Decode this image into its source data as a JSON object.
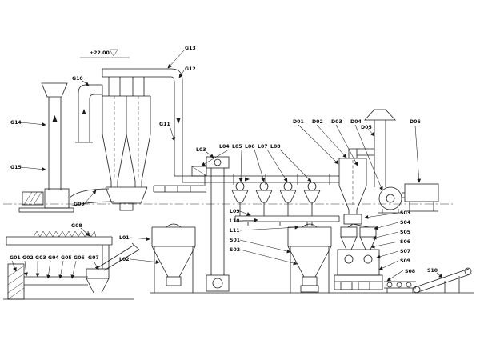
{
  "elevation": "+22.00",
  "labels": {
    "g01": "G01",
    "g02": "G02",
    "g03": "G03",
    "g04": "G04",
    "g05": "G05",
    "g06": "G06",
    "g07": "G07",
    "g08": "G08",
    "g09": "G09",
    "g10": "G10",
    "g11": "G11",
    "g12": "G12",
    "g13": "G13",
    "g14": "G14",
    "g15": "G15",
    "l01": "L01",
    "l02": "L02",
    "l03": "L03",
    "l04": "L04",
    "l05": "L05",
    "l06": "L06",
    "l07": "L07",
    "l08": "L08",
    "l09": "L09",
    "l10": "L10",
    "l11": "L11",
    "d01": "D01",
    "d02": "D02",
    "d03": "D03",
    "d04": "D04",
    "d05": "D05",
    "d06": "D06",
    "s01": "S01",
    "s02": "S02",
    "s03": "S03",
    "s04": "S04",
    "s05": "S05",
    "s06": "S06",
    "s07": "S07",
    "s08": "S08",
    "s09": "S09",
    "s10": "S10"
  }
}
